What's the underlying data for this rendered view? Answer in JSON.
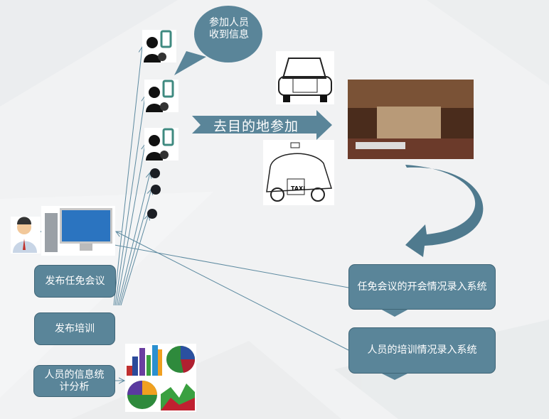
{
  "bubble": {
    "text": "参加人员收到信息"
  },
  "travel_arrow": {
    "label": "去目的地参加"
  },
  "taxi_sign": "TAXI",
  "left_boxes": [
    {
      "label": "发布任免会议"
    },
    {
      "label": "发布培训"
    },
    {
      "label": "人员的信息统计分析"
    }
  ],
  "right_boxes": [
    {
      "label": "任免会议的开会情况录入系统"
    },
    {
      "label": "人员的培训情况录入系统"
    }
  ],
  "colors": {
    "accent": "#5a8599",
    "line": "#5d8aa0"
  }
}
